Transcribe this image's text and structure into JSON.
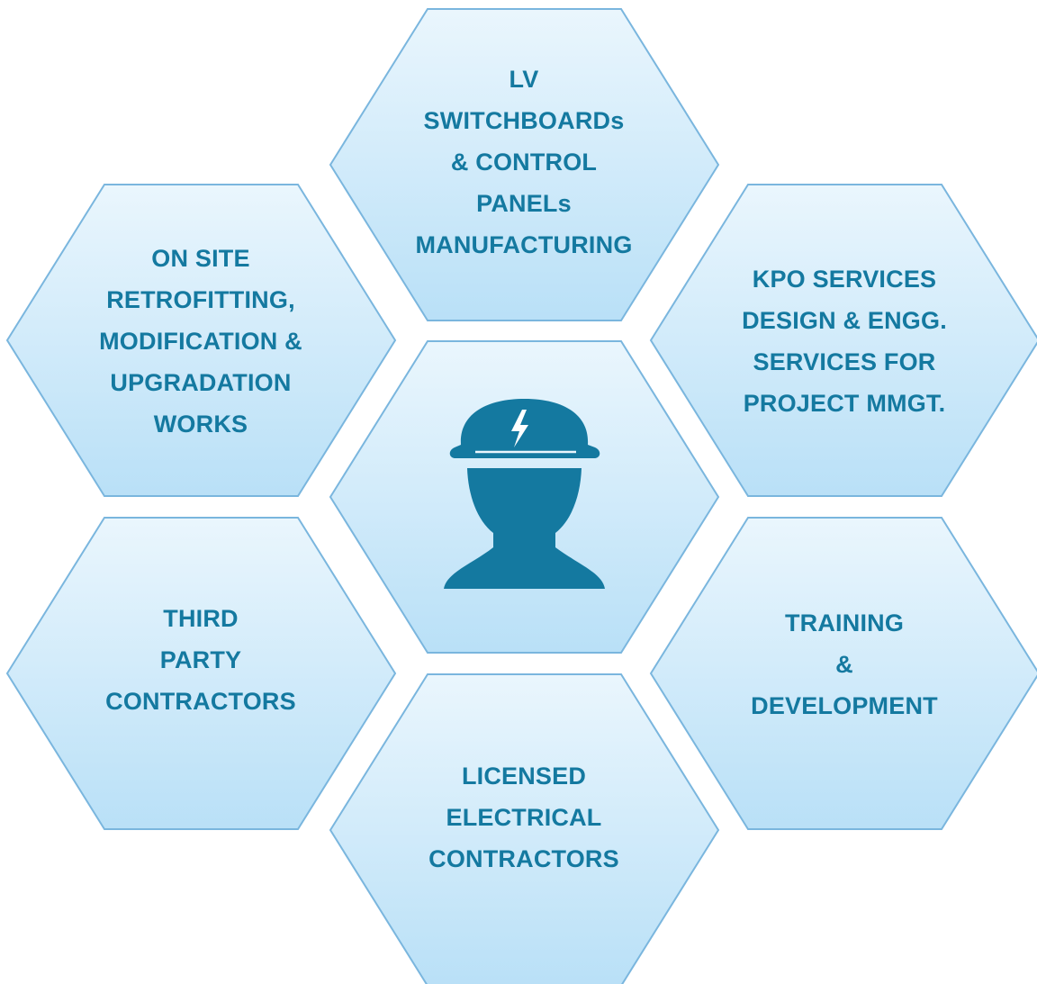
{
  "colors": {
    "hex_fill_top": "#eaf6fd",
    "hex_fill_bottom": "#b9e0f7",
    "hex_stroke": "#7ab6de",
    "text": "#1479a0",
    "icon": "#1479a0"
  },
  "center": {
    "icon": "worker-with-hard-hat-icon"
  },
  "hexagons": {
    "top": {
      "lines": [
        "LV",
        "SWITCHBOARDs",
        "& CONTROL",
        "PANELs",
        "MANUFACTURING"
      ]
    },
    "upper_left": {
      "lines": [
        "ON SITE",
        "RETROFITTING,",
        "MODIFICATION &",
        "UPGRADATION",
        "WORKS"
      ]
    },
    "upper_right": {
      "lines": [
        "KPO SERVICES",
        "DESIGN & ENGG.",
        "SERVICES FOR",
        "PROJECT MMGT."
      ]
    },
    "lower_left": {
      "lines": [
        "THIRD",
        "PARTY",
        "CONTRACTORS"
      ]
    },
    "lower_right": {
      "lines": [
        "TRAINING",
        "&",
        "DEVELOPMENT"
      ]
    },
    "bottom": {
      "lines": [
        "LICENSED",
        "ELECTRICAL",
        "CONTRACTORS"
      ]
    }
  }
}
